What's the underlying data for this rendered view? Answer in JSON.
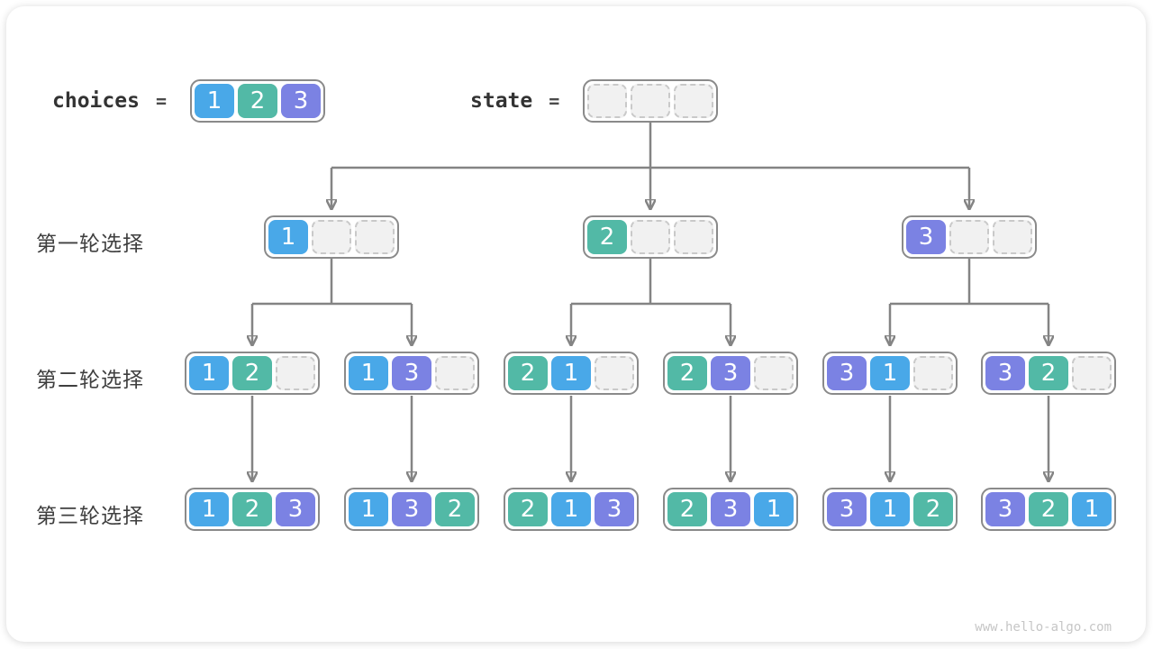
{
  "palette": {
    "blue": "#49a8e8",
    "teal": "#52b9a6",
    "purple": "#7b82e3",
    "node_border": "#8a8a8a",
    "empty_fill": "#f1f1f1",
    "empty_border": "#c9c9c9",
    "arrow": "#848484",
    "text": "#3a3a3a",
    "watermark_color": "#c6c6c6"
  },
  "header": {
    "choices_label": "choices",
    "state_label": "state",
    "equals_sign": "="
  },
  "row_labels": {
    "round1": "第一轮选择",
    "round2": "第二轮选择",
    "round3": "第三轮选择"
  },
  "tree": {
    "choices": [
      "1",
      "2",
      "3"
    ],
    "state": [
      "",
      "",
      ""
    ],
    "level1": [
      [
        "1",
        "",
        ""
      ],
      [
        "2",
        "",
        ""
      ],
      [
        "3",
        "",
        ""
      ]
    ],
    "level2": [
      [
        "1",
        "2",
        ""
      ],
      [
        "1",
        "3",
        ""
      ],
      [
        "2",
        "1",
        ""
      ],
      [
        "2",
        "3",
        ""
      ],
      [
        "3",
        "1",
        ""
      ],
      [
        "3",
        "2",
        ""
      ]
    ],
    "level3": [
      [
        "1",
        "2",
        "3"
      ],
      [
        "1",
        "3",
        "2"
      ],
      [
        "2",
        "1",
        "3"
      ],
      [
        "2",
        "3",
        "1"
      ],
      [
        "3",
        "1",
        "2"
      ],
      [
        "3",
        "2",
        "1"
      ]
    ]
  },
  "watermark": "www.hello-algo.com"
}
